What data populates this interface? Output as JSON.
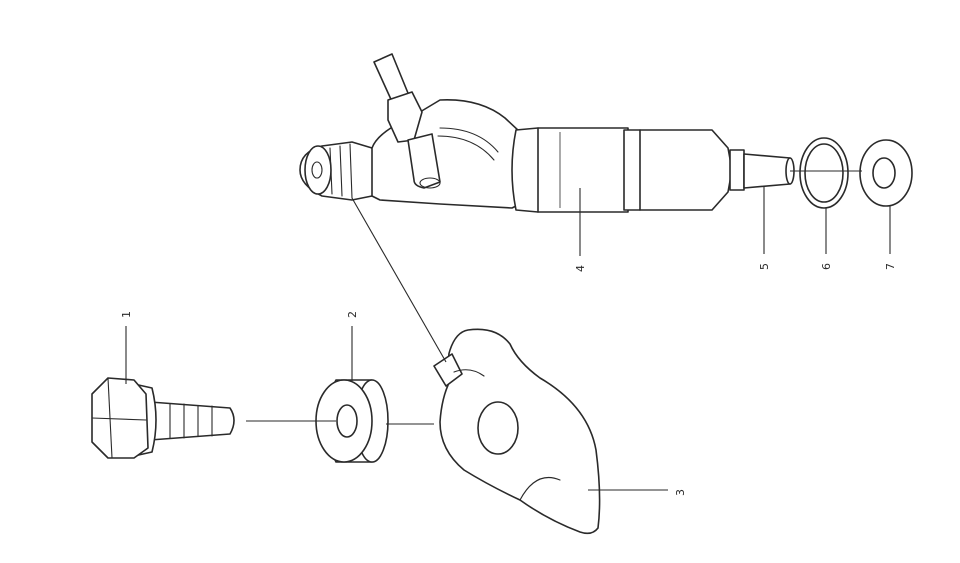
{
  "diagram": {
    "callouts": [
      {
        "id": "1",
        "label": "1"
      },
      {
        "id": "2",
        "label": "2"
      },
      {
        "id": "3",
        "label": "3"
      },
      {
        "id": "4",
        "label": "4"
      },
      {
        "id": "5",
        "label": "5"
      },
      {
        "id": "6",
        "label": "6"
      },
      {
        "id": "7",
        "label": "7"
      }
    ],
    "parts": [
      "bolt",
      "spacer",
      "clamp",
      "injector-body",
      "nozzle-tip",
      "seal-ring",
      "washer"
    ],
    "colors": {
      "line": "#2a2a2a",
      "background": "#ffffff"
    }
  }
}
